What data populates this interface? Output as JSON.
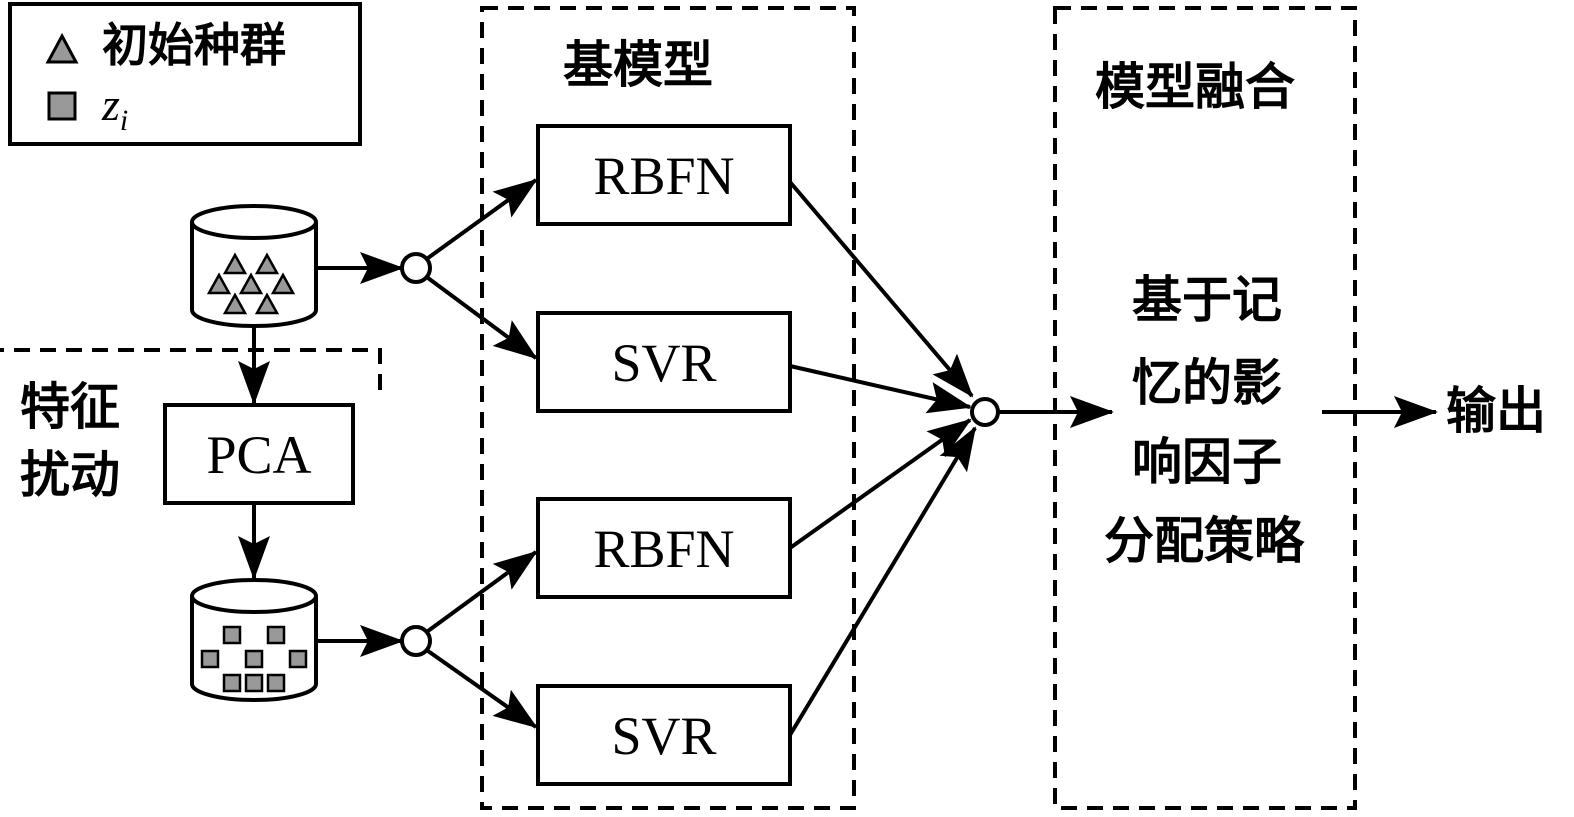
{
  "legend": {
    "initial_population_label": "初始种群",
    "zi_main": "z",
    "zi_sub": "i"
  },
  "sections": {
    "base_model_title": "基模型",
    "model_fusion_title": "模型融合",
    "feature_perturbation_line1": "特征",
    "feature_perturbation_line2": "扰动"
  },
  "boxes": {
    "pca": "PCA",
    "rbfn_top": "RBFN",
    "svr_top": "SVR",
    "rbfn_bottom": "RBFN",
    "svr_bottom": "SVR"
  },
  "fusion_strategy": [
    "基于记",
    "忆的影",
    "响因子",
    "分配策略"
  ],
  "output_label": "输出",
  "colors": {
    "marker_fill": "#999999",
    "stroke": "#000000",
    "background": "#ffffff"
  }
}
